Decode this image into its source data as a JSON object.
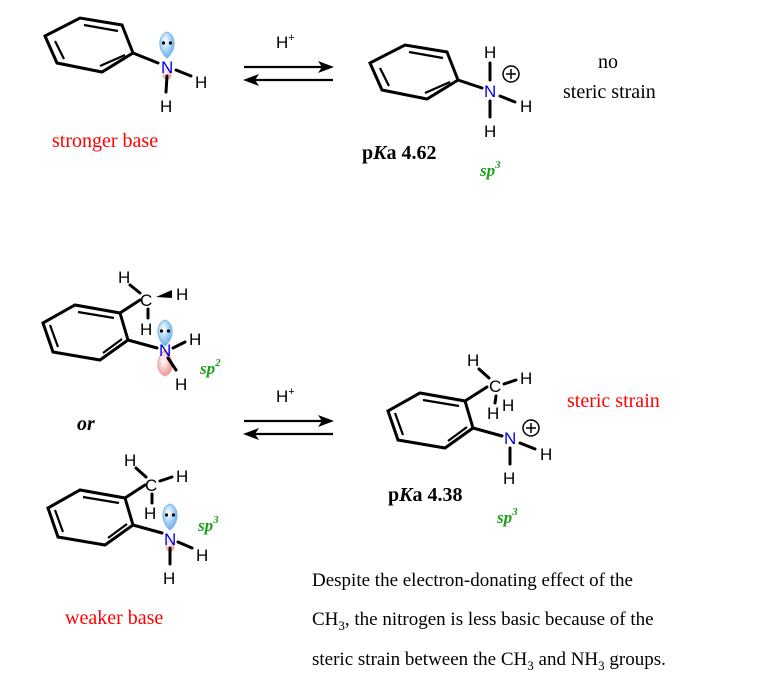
{
  "reaction_top": {
    "reagent": "H",
    "reagent_sup": "+",
    "reactant_label": "stronger base",
    "product_pka_p": "p",
    "product_pka_K": "K",
    "product_pka_rest": "a 4.62",
    "product_hybrid": "sp",
    "product_hybrid_sup": "3",
    "note_line1": "no",
    "note_line2": "steric strain"
  },
  "reaction_bottom": {
    "reagent": "H",
    "reagent_sup": "+",
    "or_label": "or",
    "conformer1_hybrid": "sp",
    "conformer1_hybrid_sup": "2",
    "conformer2_hybrid": "sp",
    "conformer2_hybrid_sup": "3",
    "reactant_label": "weaker base",
    "product_pka_p": "p",
    "product_pka_K": "K",
    "product_pka_rest": "a 4.38",
    "product_hybrid": "sp",
    "product_hybrid_sup": "3",
    "note": "steric strain"
  },
  "atoms": {
    "N": "N",
    "H": "H",
    "C": "C",
    "plus": "+"
  },
  "explanation": {
    "line1": "Despite the electron-donating effect of the",
    "line2_a": "CH",
    "line2_sub": "3",
    "line2_b": ", the nitrogen is less basic because of the",
    "line3_a": "steric strain between the CH",
    "line3_sub1": "3",
    "line3_b": " and NH",
    "line3_sub2": "3",
    "line3_c": " groups."
  },
  "colors": {
    "red": "#ff0000",
    "green": "#1aa01a",
    "nitrogen": "#0000ee"
  }
}
